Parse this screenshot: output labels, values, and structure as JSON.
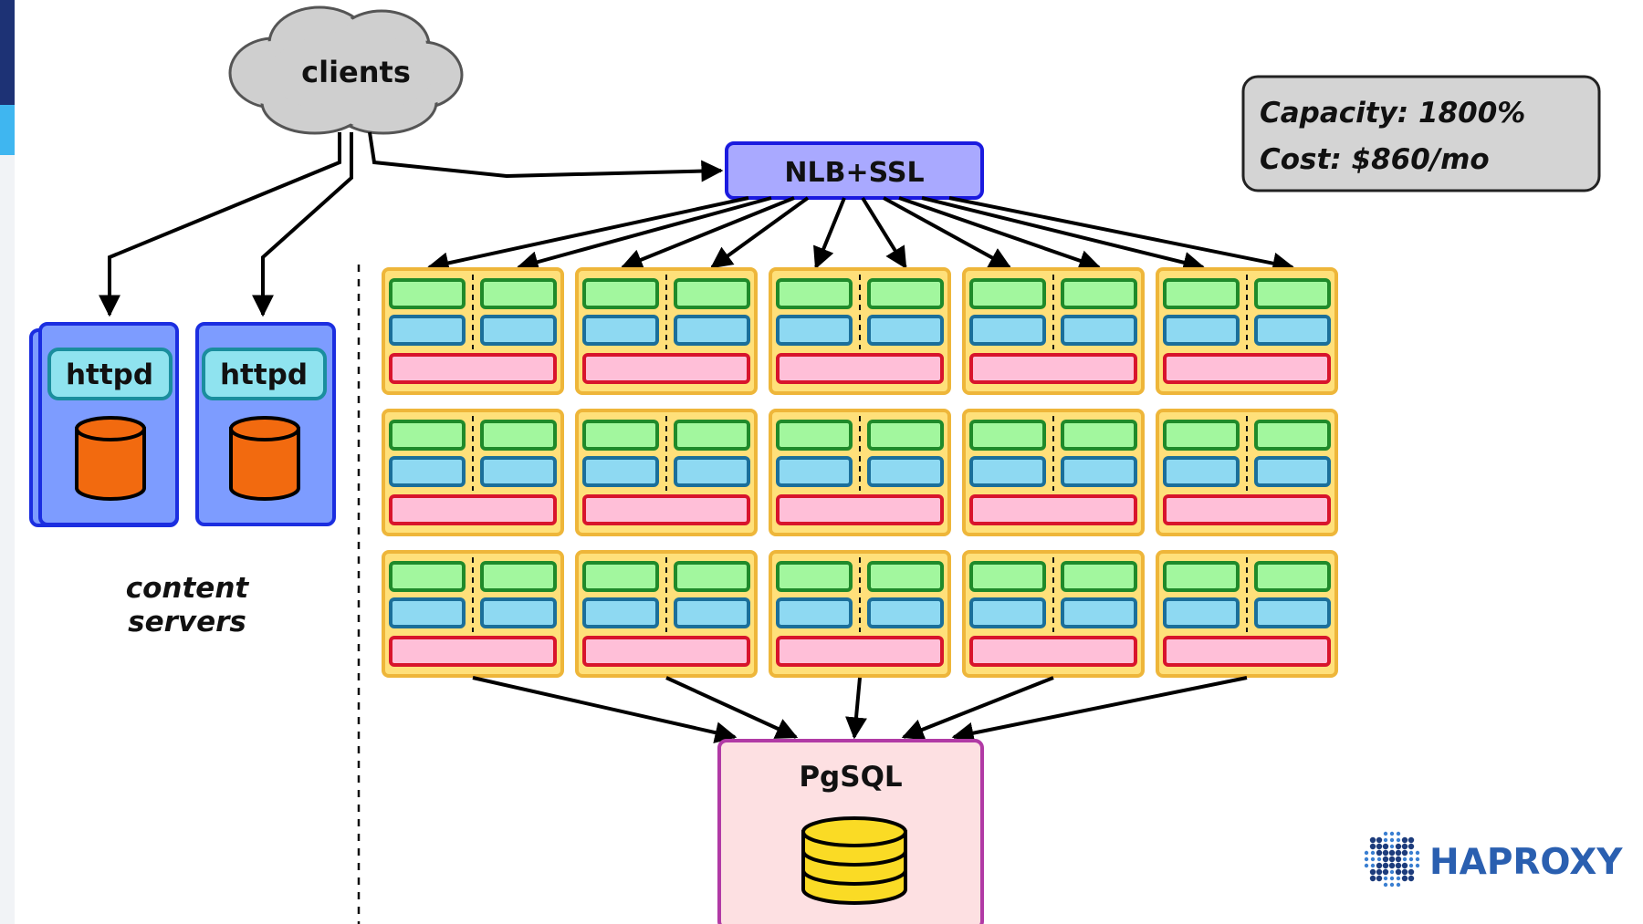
{
  "clients": {
    "label": "clients"
  },
  "nlb": {
    "label": "NLB+SSL"
  },
  "summary": {
    "capacity": "Capacity: 1800%",
    "cost": "Cost: $860/mo"
  },
  "content_servers": {
    "label_line1": "content",
    "label_line2": "servers",
    "servers": [
      {
        "label": "httpd"
      },
      {
        "label": "httpd"
      }
    ]
  },
  "database": {
    "label": "PgSQL"
  },
  "app_grid": {
    "rows": 3,
    "cols": 5
  },
  "brand": {
    "name": "HAPROXY"
  },
  "colors": {
    "cloud": "#cfcfcf",
    "nlb_fill": "#a9a9ff",
    "nlb_stroke": "#1a1adf",
    "server_fill": "#7d9cff",
    "server_stroke": "#1b2ee0",
    "httpd_fill": "#8fe3ef",
    "cylinder": "#f26a0f",
    "node_fill": "#ffe07a",
    "node_stroke": "#eeb63a",
    "green_slot": "#a2f79e",
    "blue_slot": "#8ed9f2",
    "pink_slot": "#ffbfd8",
    "pg_fill": "#fde0e2",
    "pg_stroke": "#b13aa5",
    "db_cylinder": "#fadb25",
    "brand_dark": "#1d3c7c",
    "brand_light": "#3a7fd1"
  }
}
